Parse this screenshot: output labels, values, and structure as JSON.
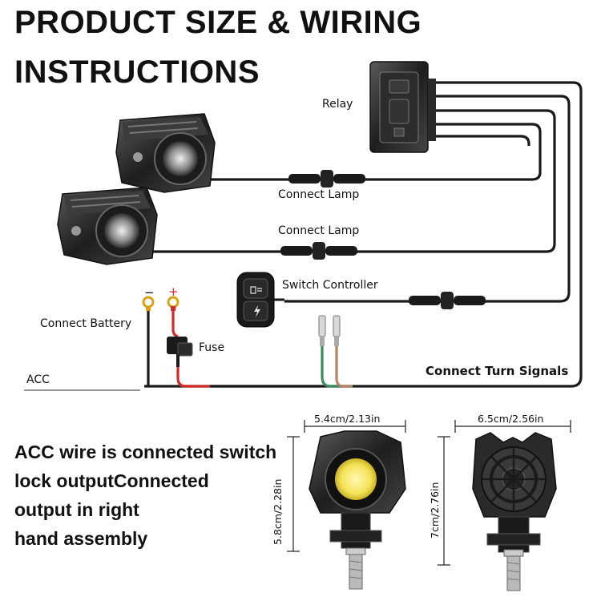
{
  "title": {
    "line1": "PRODUCT SIZE & WIRING",
    "line2": "INSTRUCTIONS"
  },
  "labels": {
    "relay": "Relay",
    "connect_lamp_1": "Connect Lamp",
    "connect_lamp_2": "Connect Lamp",
    "switch_controller": "Switch Controller",
    "connect_battery": "Connect Battery",
    "fuse": "Fuse",
    "acc": "ACC",
    "connect_turn_signals": "Connect Turn Signals",
    "minus_sign": "−",
    "plus_sign": "+"
  },
  "note": {
    "line1": "ACC wire is connected switch",
    "line2": "lock outputConnected",
    "line3": "output in right",
    "line4": "hand assembly"
  },
  "dimensions": {
    "front_width": "5.4cm/2.13in",
    "front_height": "5.8cm/2.28in",
    "back_width": "6.5cm/2.56in",
    "back_height": "7cm/2.76in"
  },
  "colors": {
    "wire": "#1a1a1a",
    "positive_wire": "#d42a2a",
    "green_wire": "#3a8a5a",
    "brown_wire": "#b5826a",
    "lamp_body": "#2a2a2a",
    "lamp_lens": "#f4e35a"
  },
  "icons": [
    "relay-icon",
    "lamp-icon",
    "switch-icon",
    "fuse-icon",
    "ring-terminal-icon",
    "spade-connector-icon"
  ]
}
